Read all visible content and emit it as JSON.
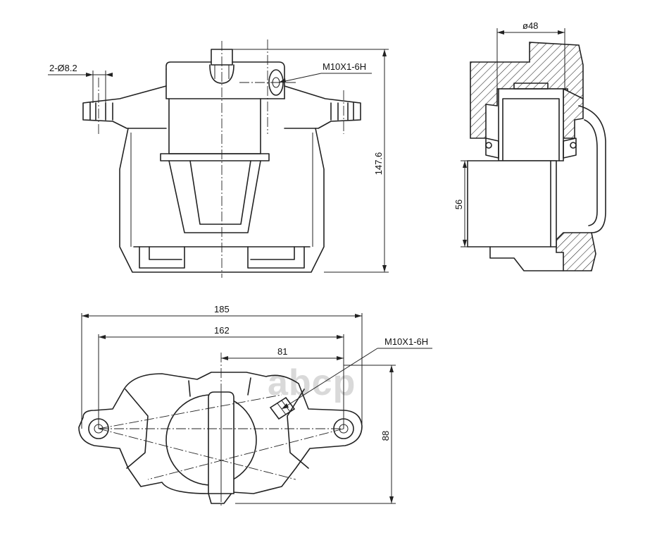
{
  "watermark": "abcp",
  "front_view": {
    "hole_callout": "2-Ø8.2",
    "thread_callout": "M10X1-6H",
    "height_dim": "147.6"
  },
  "side_section": {
    "piston_dia_dim": "ø48",
    "pad_height_dim": "56"
  },
  "top_view": {
    "overall_width_dim": "185",
    "hole_spacing_dim": "162",
    "offset_dim": "81",
    "depth_dim": "88",
    "thread_callout": "M10X1-6H"
  }
}
